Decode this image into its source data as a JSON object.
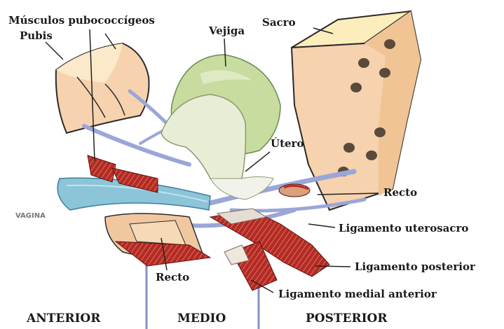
{
  "labels": {
    "musculos": "Músculos pubococcígeos",
    "pubis": "Pubis",
    "vejiga": "Vejiga",
    "sacro": "Sacro",
    "utero": "Útero",
    "recto_right": "Recto",
    "vagina": "VAGINA",
    "lig_uterosacro": "Ligamento uterosacro",
    "lig_posterior": "Ligamento posterior",
    "recto_bottom": "Recto",
    "lig_medial_anterior": "Ligamento medial anterior"
  },
  "sections": {
    "anterior": "ANTERIOR",
    "medio": "MEDIO",
    "posterior": "POSTERIOR"
  },
  "colors": {
    "bone": "#f6d2ae",
    "bone_light": "#fbe9bf",
    "bladder": "#c8dca0",
    "uterus": "#e8eed6",
    "vagina": "#8cc4d8",
    "rectum": "#b52a22",
    "ligament": "#9aa6d8",
    "hole": "#5a4a3a",
    "divider": "#8a8fbf"
  }
}
